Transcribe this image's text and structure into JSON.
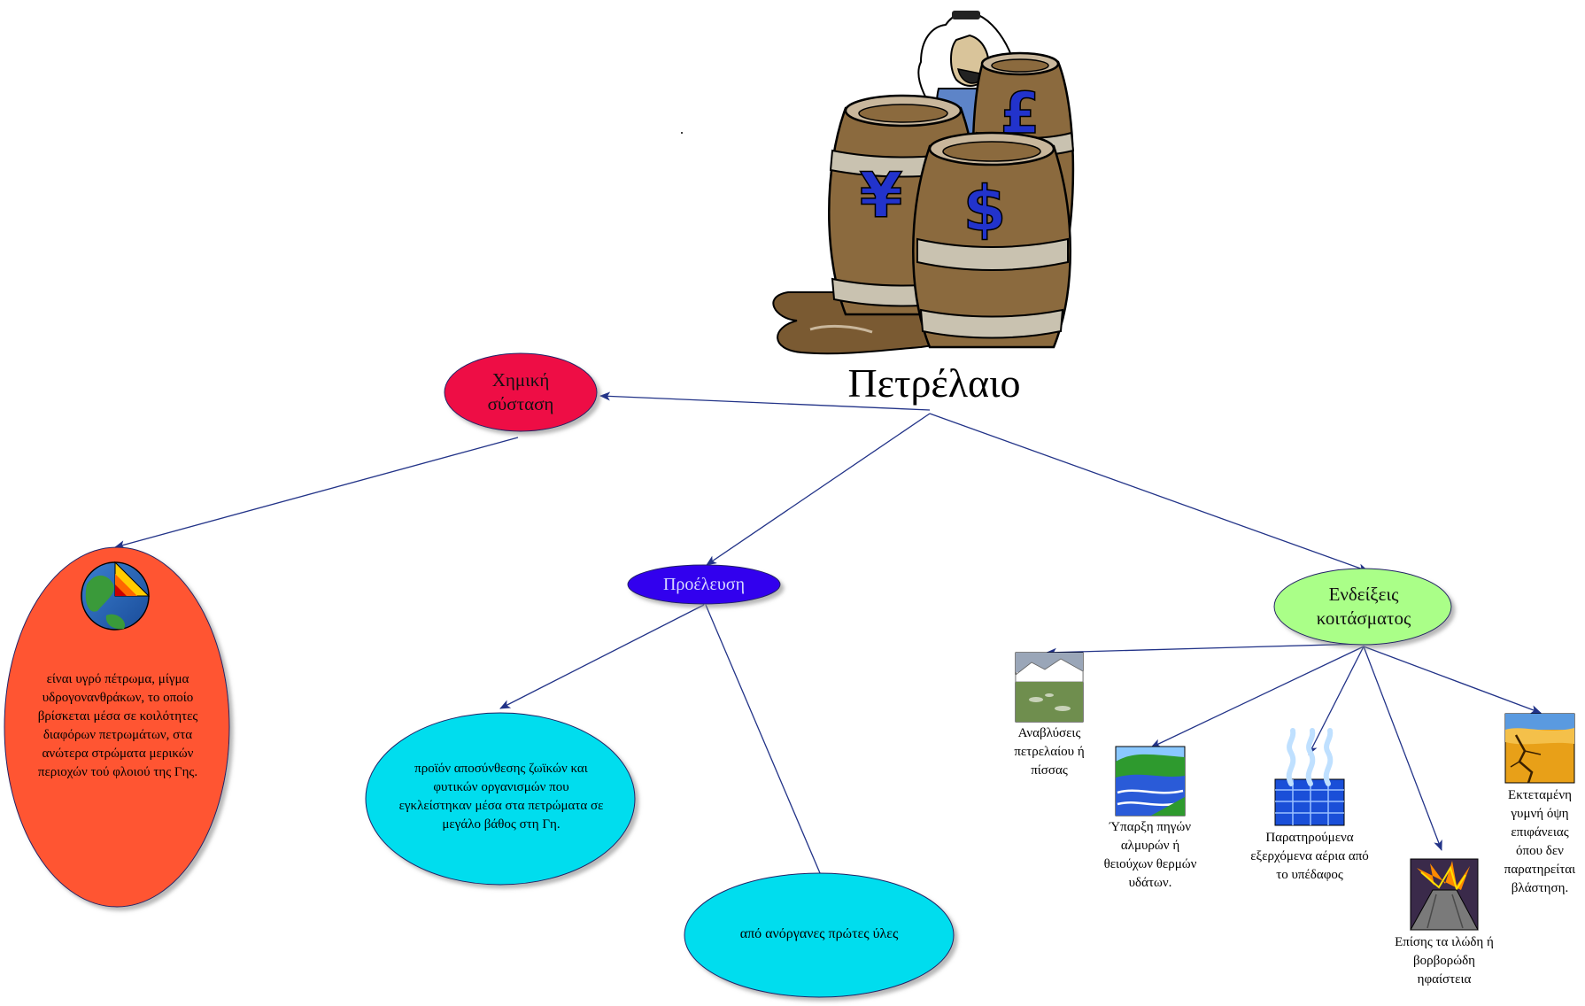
{
  "title": "Πετρέλαιο",
  "nodes": {
    "chemical": {
      "label": "Χημική σύσταση",
      "color": "#ee1144"
    },
    "chemical_desc": {
      "label": "είναι υγρό πέτρωμα, μίγμα υδρογονανθράκων, το οποίο βρίσκεται μέσα σε κοιλότητες διαφόρων πετρωμάτων, στα ανώτερα στρώματα μερικών περιοχών τού φλοιού της Γης.",
      "color": "#ff5533"
    },
    "origin": {
      "label": "Προέλευση",
      "color": "#3300ee"
    },
    "origin_organic": {
      "label": "προϊόν αποσύνθεσης ζωϊκών και φυτικών οργανισμών που εγκλείστηκαν μέσα στα πετρώματα σε μεγάλο βάθος στη Γη.",
      "color": "#00ddee"
    },
    "origin_inorganic": {
      "label": "από ανόργανες πρώτες ύλες",
      "color": "#00ddee"
    },
    "signs": {
      "label": "Ενδείξεις κοιτάσματος",
      "color": "#aaff88"
    }
  },
  "signs_items": [
    {
      "label": "Αναβλύσεις πετρελαίου ή πίσσας",
      "icon": "landscape-icon"
    },
    {
      "label": "Ύπαρξη πηγών αλμυρών ή θειούχων θερμών υδάτων.",
      "icon": "river-icon"
    },
    {
      "label": "Παρατηρούμενα εξερχόμενα αέρια από το υπέδαφος",
      "icon": "gas-vapor-icon"
    },
    {
      "label": "Επίσης τα ιλώδη ή βορβορώδη ηφαίστεια",
      "icon": "volcano-icon"
    },
    {
      "label": "Εκτεταμένη γυμνή όψη επιφάνειας όπου δεν παρατηρείται βλάστηση.",
      "icon": "desert-crack-icon"
    }
  ],
  "colors": {
    "arrow": "#223388",
    "barrel": "#8b6a3e",
    "currency": "#2233cc"
  }
}
